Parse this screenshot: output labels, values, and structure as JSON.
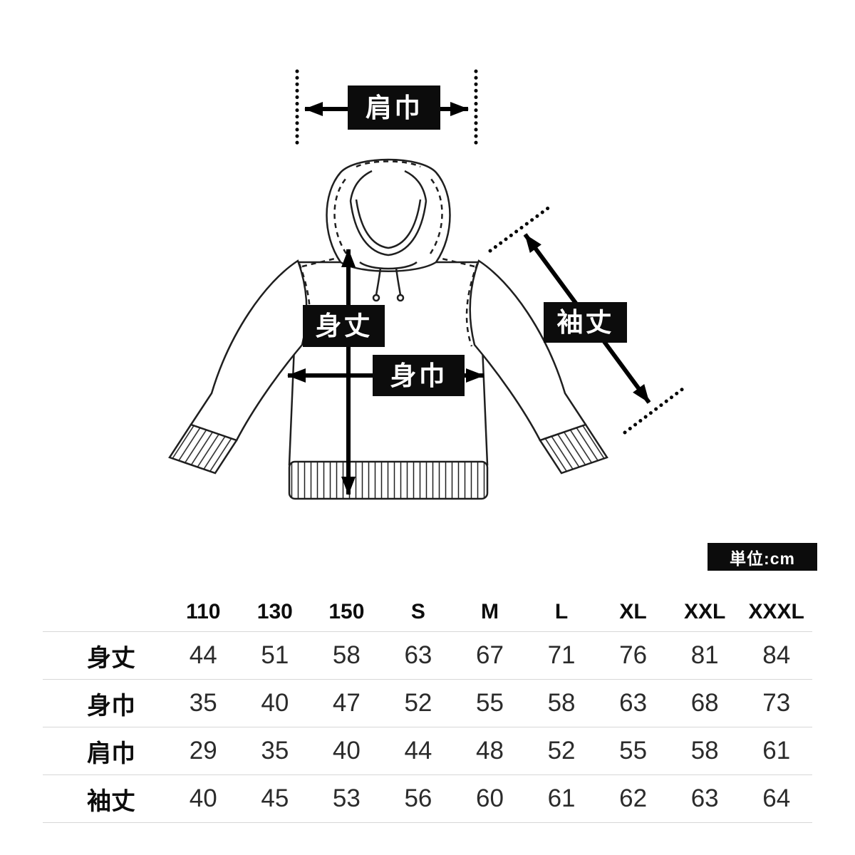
{
  "unit_badge": "単位:cm",
  "diagram": {
    "labels": {
      "shoulder_width": "肩巾",
      "body_length": "身丈",
      "body_width": "身巾",
      "sleeve_length": "袖丈"
    }
  },
  "table": {
    "sizes": [
      "110",
      "130",
      "150",
      "S",
      "M",
      "L",
      "XL",
      "XXL",
      "XXXL"
    ],
    "rows": [
      {
        "label": "身丈",
        "values": [
          44,
          51,
          58,
          63,
          67,
          71,
          76,
          81,
          84
        ]
      },
      {
        "label": "身巾",
        "values": [
          35,
          40,
          47,
          52,
          55,
          58,
          63,
          68,
          73
        ]
      },
      {
        "label": "肩巾",
        "values": [
          29,
          35,
          40,
          44,
          48,
          52,
          55,
          58,
          61
        ]
      },
      {
        "label": "袖丈",
        "values": [
          40,
          45,
          53,
          56,
          60,
          61,
          62,
          63,
          64
        ]
      }
    ]
  },
  "colors": {
    "label_background": "#0c0c0c",
    "line_color": "#1f1f1f",
    "table_divider": "#d7d7d7"
  }
}
